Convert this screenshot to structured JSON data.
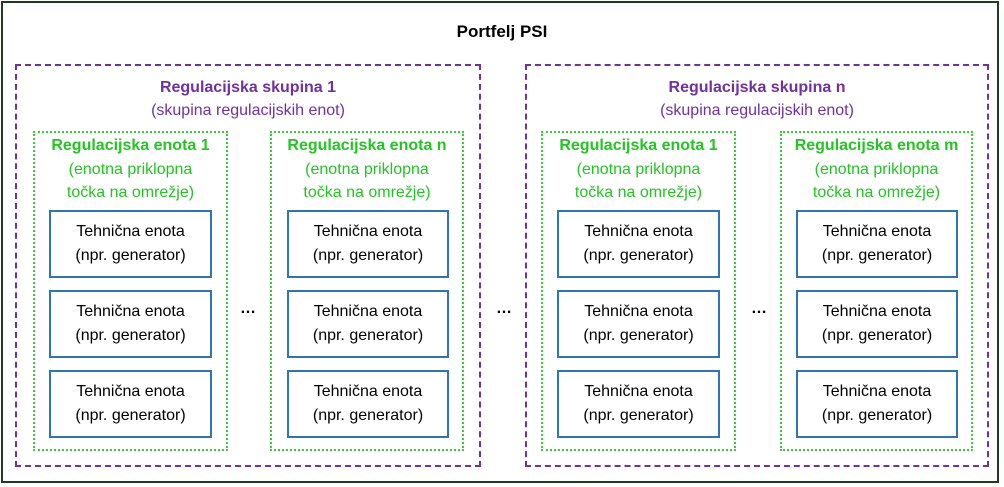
{
  "title": "Portfelj PSI",
  "groups": [
    {
      "title": "Regulacijska skupina 1",
      "subtitle": "(skupina regulacijskih enot)",
      "units": [
        {
          "title": "Regulacijska enota 1",
          "line1": "(enotna priklopna",
          "line2": "točka na omrežje)"
        },
        {
          "title": "Regulacijska enota n",
          "line1": "(enotna priklopna",
          "line2": "točka na omrežje)"
        }
      ]
    },
    {
      "title": "Regulacijska skupina n",
      "subtitle": "(skupina regulacijskih enot)",
      "units": [
        {
          "title": "Regulacijska enota 1",
          "line1": "(enotna priklopna",
          "line2": "točka na omrežje)"
        },
        {
          "title": "Regulacijska enota m",
          "line1": "(enotna priklopna",
          "line2": "točka na omrežje)"
        }
      ]
    }
  ],
  "technical_unit": {
    "title": "Tehnična enota",
    "note": "(npr. generator)"
  },
  "ellipsis": "…",
  "colors": {
    "group_border": "#7030a0",
    "unit_border": "#33cc33",
    "tech_border": "#2e75b6",
    "outer_border": "#1f3b20"
  }
}
